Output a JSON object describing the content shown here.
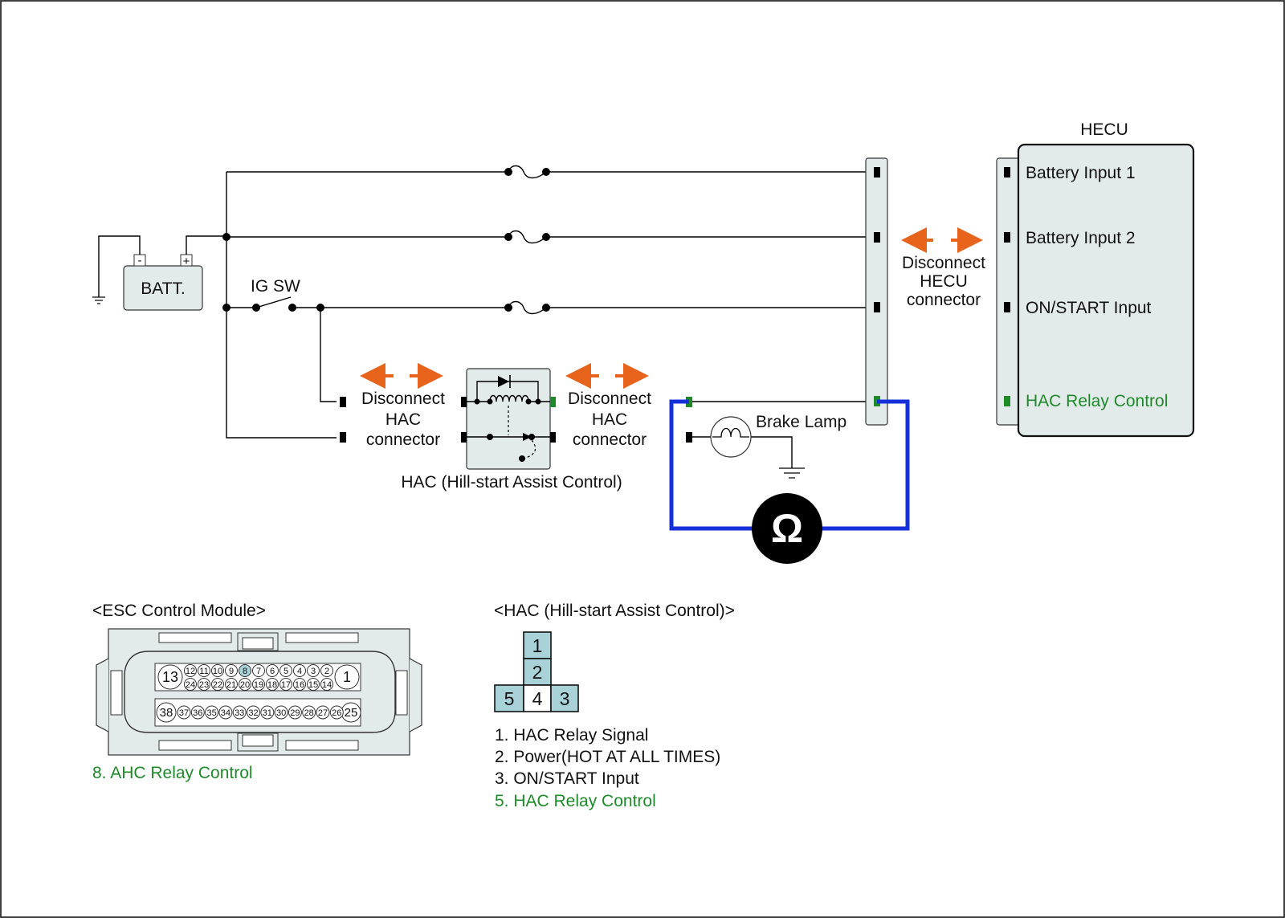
{
  "hecu": {
    "title": "HECU",
    "inputs": [
      "Battery Input 1",
      "Battery Input 2",
      "ON/START Input",
      "HAC Relay Control"
    ]
  },
  "battery": {
    "label": "BATT.",
    "minus": "-",
    "plus": "+"
  },
  "ig_switch": {
    "label": "IG SW"
  },
  "disconnect_hecu": {
    "line1": "Disconnect",
    "line2": "HECU",
    "line3": "connector"
  },
  "disconnect_hac": {
    "line1": "Disconnect",
    "line2": "HAC",
    "line3": "connector"
  },
  "hac_relay": {
    "caption": "HAC (Hill-start Assist Control)"
  },
  "brake_lamp": {
    "label": "Brake Lamp"
  },
  "ohmmeter": {
    "symbol": "Ω"
  },
  "esc_module": {
    "title": "<ESC Control Module>",
    "row1": [
      "12",
      "11",
      "10",
      "9",
      "8",
      "7",
      "6",
      "5",
      "4",
      "3",
      "2"
    ],
    "row2": [
      "24",
      "23",
      "22",
      "21",
      "20",
      "19",
      "18",
      "17",
      "16",
      "15",
      "14"
    ],
    "row3": [
      "37",
      "36",
      "35",
      "34",
      "33",
      "32",
      "31",
      "30",
      "29",
      "28",
      "27",
      "26"
    ],
    "big_left_top": "13",
    "big_right_top": "1",
    "big_left_bottom": "38",
    "big_right_bottom": "25",
    "highlight_pin": "8",
    "note": "8. AHC Relay Control"
  },
  "hac_connector": {
    "title": "<HAC (Hill-start Assist Control)>",
    "pins": {
      "p1": "1",
      "p2": "2",
      "p3": "3",
      "p4": "4",
      "p5": "5"
    },
    "notes": [
      "1. HAC Relay Signal",
      "2. Power(HOT AT ALL TIMES)",
      "3. ON/START Input",
      "5. HAC Relay Control"
    ]
  },
  "colors": {
    "accent_green": "#1e8a2a",
    "meter_wire": "#1530d8",
    "arrow": "#e8641c",
    "panel_fill": "#e3ebea",
    "pin_fill": "#a9d1d8"
  }
}
